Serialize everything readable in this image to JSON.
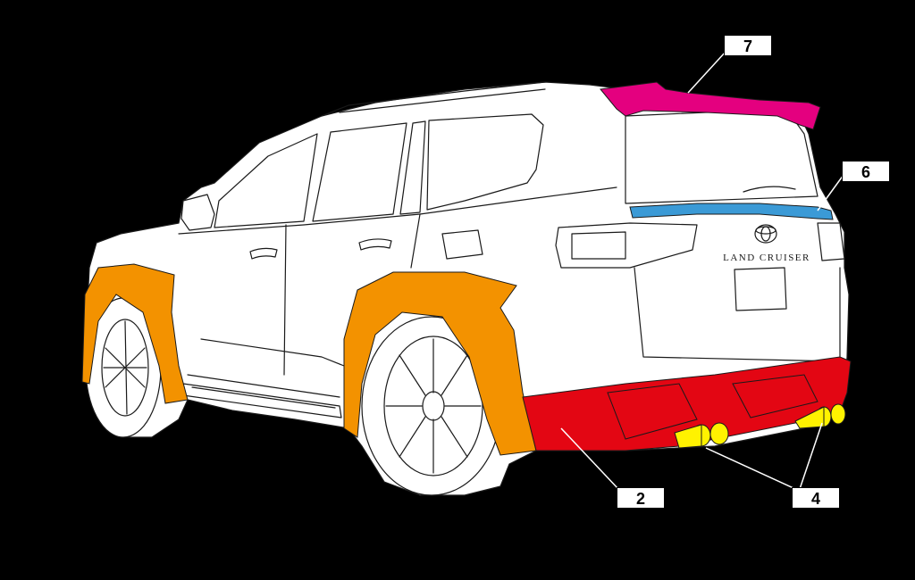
{
  "emblem_text": "LAND CRUISER",
  "colors": {
    "background": "#000000",
    "body": "#ffffff",
    "outline": "#1a1a1a",
    "part_2_rear_bumper": "#e30613",
    "part_4_exhaust": "#fff200",
    "part_6_garnish": "#3b9ad6",
    "part_7_spoiler": "#e4007f",
    "fender_flares": "#f39200"
  },
  "callouts": [
    {
      "id": "7",
      "label": "7",
      "part": "roof spoiler"
    },
    {
      "id": "6",
      "label": "6",
      "part": "rear garnish"
    },
    {
      "id": "2",
      "label": "2",
      "part": "rear bumper"
    },
    {
      "id": "4",
      "label": "4",
      "part": "exhaust tips"
    }
  ]
}
